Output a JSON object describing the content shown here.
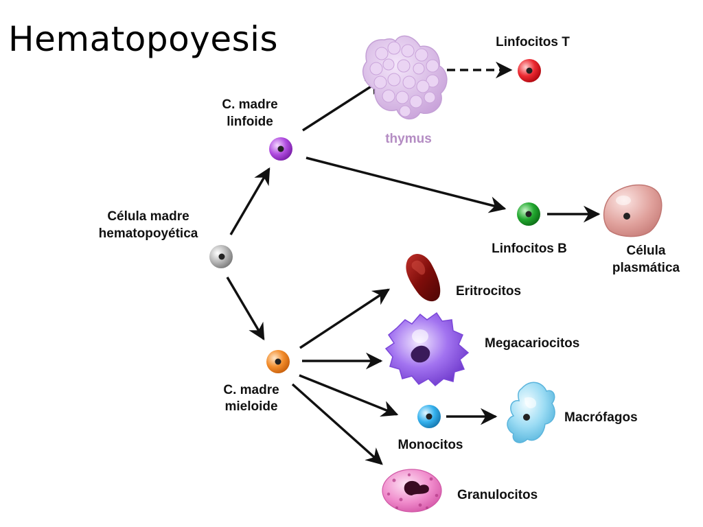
{
  "title": "Hematopoyesis",
  "labels": {
    "hsc_line1": "Célula madre",
    "hsc_line2": "hematopoyética",
    "lymphoid_line1": "C. madre",
    "lymphoid_line2": "linfoide",
    "myeloid_line1": "C. madre",
    "myeloid_line2": "mieloide",
    "thymus": "thymus",
    "t_cells": "Linfocitos T",
    "b_cells": "Linfocitos B",
    "plasma_line1": "Célula",
    "plasma_line2": "plasmática",
    "erythrocytes": "Eritrocitos",
    "megakaryocytes": "Megacariocitos",
    "monocytes": "Monocitos",
    "macrophages": "Macrófagos",
    "granulocytes": "Granulocitos"
  },
  "colors": {
    "hsc": "#9a9a9a",
    "lymphoid": "#a63fd6",
    "myeloid": "#f08a2a",
    "t_cell": "#e8202a",
    "b_cell": "#1d9e2a",
    "monocyte": "#2fa8e8",
    "thymus": "#d9b8e6",
    "plasma": "#d9908c",
    "erythrocyte": "#8c1410",
    "megakaryocyte": "#8a4fe0",
    "macrophage": "#7fd0f0",
    "granulocyte": "#f080c8"
  }
}
